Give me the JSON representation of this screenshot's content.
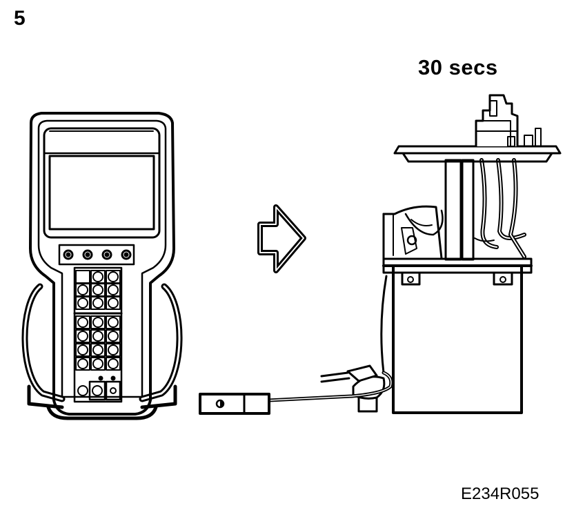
{
  "step_number": "5",
  "duration_label": "30 secs",
  "figure_code": "E234R055",
  "ink_color": "#000000",
  "paper_color": "#ffffff",
  "icons": {
    "tester": "diagnostic-scan-tool-icon",
    "arrow": "right-arrow-icon",
    "pump": "fuel-pump-module-icon",
    "connector": "electrical-connector-icon"
  }
}
